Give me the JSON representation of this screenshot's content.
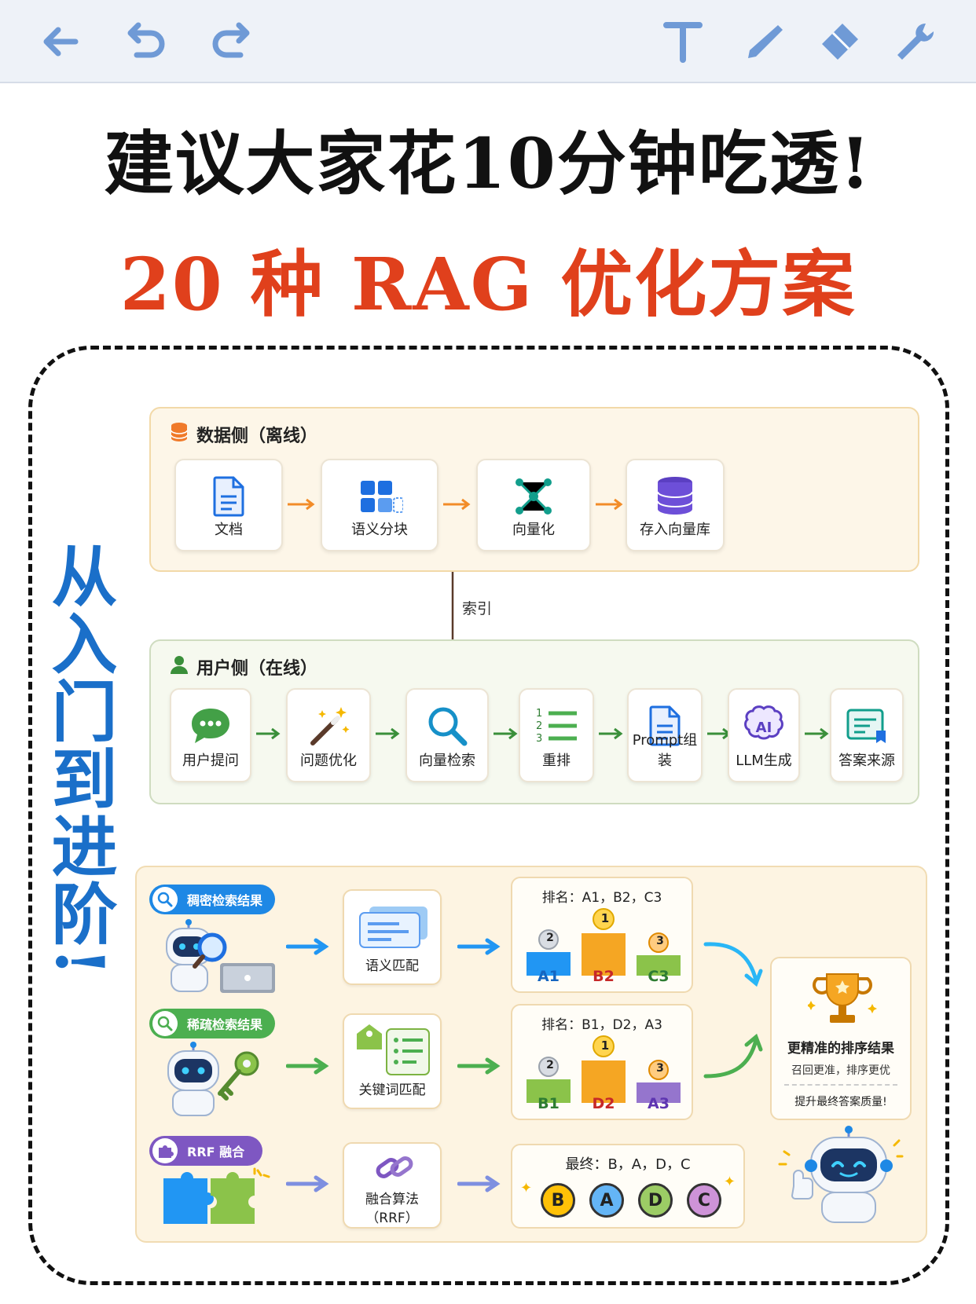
{
  "toolbar": {
    "icons": [
      "back-arrow-icon",
      "undo-icon",
      "redo-icon",
      "text-tool-icon",
      "pen-icon",
      "eraser-icon",
      "wrench-icon"
    ]
  },
  "title": {
    "line1": "建议大家花10分钟吃透!",
    "line2": "20 种 RAG 优化方案"
  },
  "side_label": "从入门到进阶!",
  "data_side": {
    "heading": "数据侧（离线）",
    "steps": [
      "文档",
      "语义分块",
      "向量化",
      "存入向量库"
    ]
  },
  "index_label": "索引",
  "user_side": {
    "heading": "用户侧（在线）",
    "steps": [
      "用户提问",
      "问题优化",
      "向量检索",
      "重排",
      "Prompt组装",
      "LLM生成",
      "答案来源"
    ]
  },
  "fusion": {
    "rows": [
      {
        "tag": "稠密检索结果",
        "method": "语义匹配",
        "ranking": "排名：A1，B2，C3",
        "podium": [
          "A1",
          "B2",
          "C3"
        ]
      },
      {
        "tag": "稀疏检索结果",
        "method": "关键词匹配",
        "ranking": "排名：B1，D2，A3",
        "podium": [
          "B1",
          "D2",
          "A3"
        ]
      },
      {
        "tag": "RRF 融合",
        "method_line1": "融合算法",
        "method_line2": "（RRF）",
        "final": "最终：B，A，D，C",
        "balls": [
          "B",
          "A",
          "D",
          "C"
        ]
      }
    ],
    "result": {
      "title": "更精准的排序结果",
      "subtitle": "召回更准，排序更优",
      "note": "提升最终答案质量!"
    },
    "podium_numbers": [
      "1",
      "2",
      "3"
    ]
  },
  "colors": {
    "title_red": "#e0401c",
    "side_blue": "#1a6fc9",
    "accent_orange": "#f28c28",
    "accent_green": "#3a8f3a"
  }
}
